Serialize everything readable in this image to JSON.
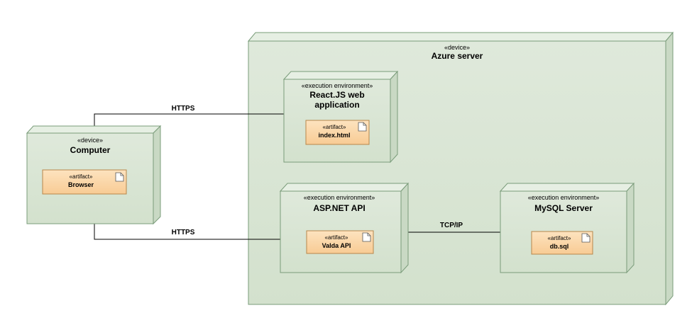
{
  "nodes": {
    "computer": {
      "stereotype": "«device»",
      "name": "Computer"
    },
    "azure": {
      "stereotype": "«device»",
      "name": "Azure server"
    },
    "react": {
      "stereotype": "«execution environment»",
      "name_line1": "React.JS web",
      "name_line2": "application"
    },
    "aspnet": {
      "stereotype": "«execution environment»",
      "name": "ASP.NET API"
    },
    "mysql": {
      "stereotype": "«execution environment»",
      "name": "MySQL Server"
    }
  },
  "artifacts": {
    "browser": {
      "stereotype": "«artifact»",
      "name": "Browser"
    },
    "index": {
      "stereotype": "«artifact»",
      "name": "index.html"
    },
    "valda": {
      "stereotype": "«artifact»",
      "name": "Valda API"
    },
    "db": {
      "stereotype": "«artifact»",
      "name": "db.sql"
    }
  },
  "connections": {
    "https_top": "HTTPS",
    "https_bottom": "HTTPS",
    "tcpip": "TCP/IP"
  },
  "colors": {
    "node_fill": "#d8e6d3",
    "node_border": "#7a9c7a",
    "artifact_fill": "#fbd5a6",
    "artifact_border": "#b8864a"
  }
}
